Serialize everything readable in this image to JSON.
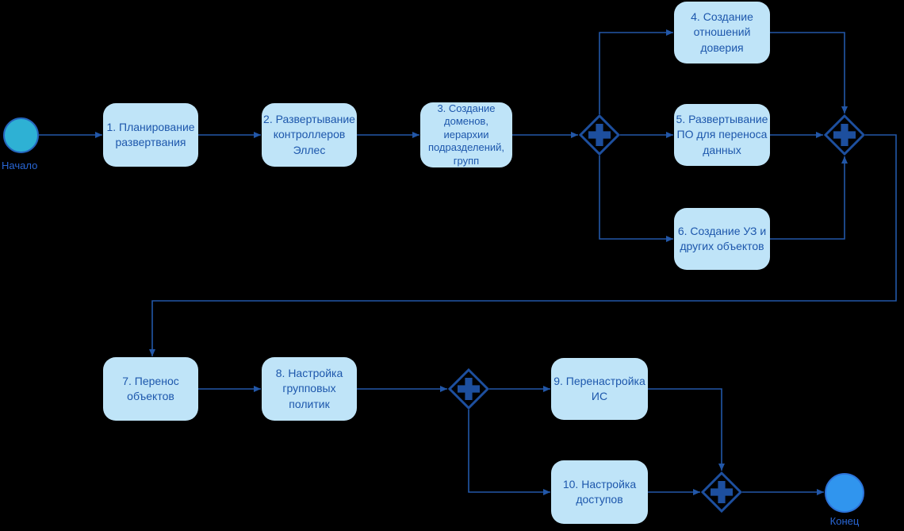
{
  "diagram": {
    "type": "bpmn-process-flow",
    "colors": {
      "background": "#000000",
      "task_fill": "#bfe4f8",
      "task_text": "#1d57ac",
      "connector": "#2257a8",
      "gateway": "#1d4f9e",
      "start_fill": "#2eb1d4",
      "start_border": "#2565bd",
      "end_fill": "#3095ee",
      "end_border": "#2c72d8",
      "event_label": "#2966d4"
    },
    "start_event": {
      "label": "Начало"
    },
    "end_event": {
      "label": "Конец"
    },
    "tasks": [
      {
        "label": "1. Планирование развертвания"
      },
      {
        "label": "2. Развертывание контроллеров Эллес"
      },
      {
        "label": "3. Создание доменов, иерархии подразделений, групп"
      },
      {
        "label": "4. Создание отношений доверия"
      },
      {
        "label": "5. Развертывание ПО для переноса данных"
      },
      {
        "label": "6. Создание УЗ и других объектов"
      },
      {
        "label": "7. Перенос объектов"
      },
      {
        "label": "8. Настройка групповых политик"
      },
      {
        "label": "9. Перенастройка ИС"
      },
      {
        "label": "10. Настройка доступов"
      }
    ],
    "gateways": [
      {
        "type": "parallel",
        "icon": "plus-icon"
      },
      {
        "type": "parallel",
        "icon": "plus-icon"
      },
      {
        "type": "parallel",
        "icon": "plus-icon"
      },
      {
        "type": "parallel",
        "icon": "plus-icon"
      }
    ]
  }
}
